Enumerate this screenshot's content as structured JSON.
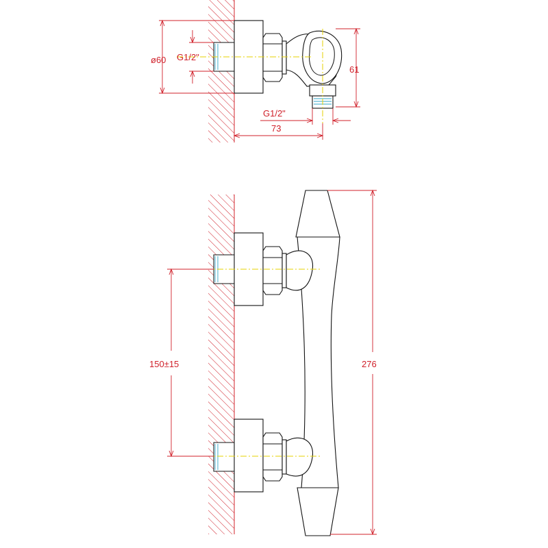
{
  "dimensions": {
    "top_diameter": "ø60",
    "top_thread_inlet": "G1/2\"",
    "top_height": "61",
    "top_thread_outlet": "G1/2\"",
    "top_depth": "73",
    "front_center_distance": "150±15",
    "front_height": "276"
  },
  "colors": {
    "dimension": "#d0202a",
    "hatch": "#d0202a",
    "center_line": "#e6d200",
    "thread": "#30a6c8",
    "outline": "#111111"
  }
}
